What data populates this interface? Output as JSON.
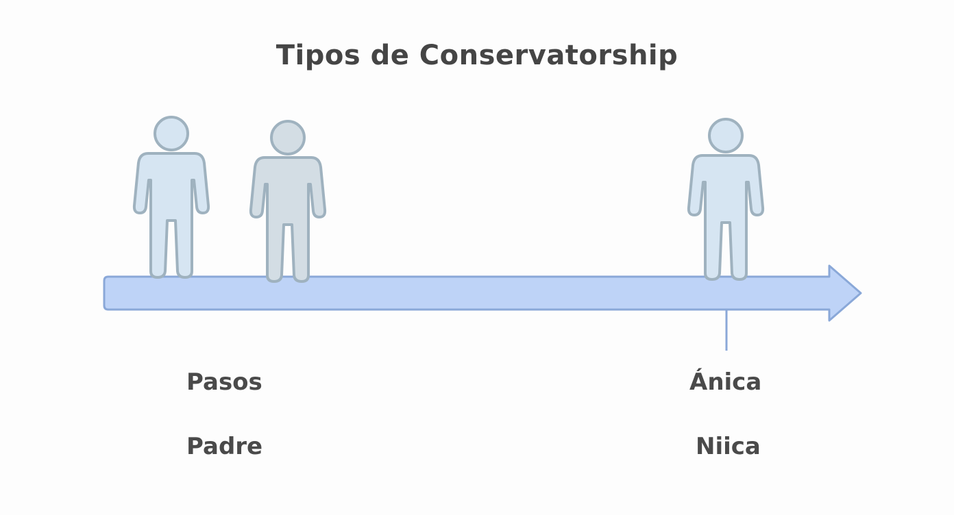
{
  "title": "Tipos de Conservatorship",
  "colors": {
    "background": "#fdfdfd",
    "arrow_fill": "#bed3f7",
    "arrow_stroke": "#8aa8d8",
    "person_fill_blue": "#d6e5f2",
    "person_fill_gray": "#d3dde4",
    "person_stroke": "#9fb2bf",
    "text": "#4a4a4a"
  },
  "people": [
    {
      "name": "person-left-1",
      "icon": "person-icon",
      "color": "blue"
    },
    {
      "name": "person-left-2",
      "icon": "person-icon",
      "color": "gray"
    },
    {
      "name": "person-right",
      "icon": "person-icon",
      "color": "blue"
    }
  ],
  "labels": {
    "left": {
      "line1": "Pasos",
      "line2": "Padre"
    },
    "right": {
      "line1": "Ánica",
      "line2": "Niica"
    }
  }
}
